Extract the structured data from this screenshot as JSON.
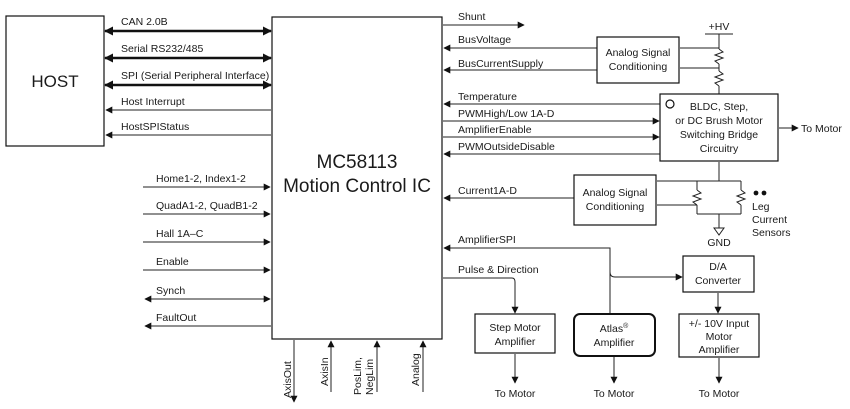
{
  "host": {
    "label": "HOST"
  },
  "ic": {
    "line1": "MC58113",
    "line2": "Motion Control IC"
  },
  "host_links": {
    "can": "CAN 2.0B",
    "serial": "Serial RS232/485",
    "spi": "SPI (Serial Peripheral Interface)",
    "host_interrupt": "Host Interrupt",
    "host_spi_status": "HostSPIStatus"
  },
  "left_inputs": {
    "home_index": "Home1-2, Index1-2",
    "quad": "QuadA1-2, QuadB1-2",
    "hall": "Hall 1A–C",
    "enable": "Enable",
    "synch": "Synch",
    "fault_out": "FaultOut"
  },
  "bottom_signals": {
    "axis_out": "AxisOut",
    "axis_in": "AxisIn",
    "poslim": "PosLim,",
    "neglim": "NegLim",
    "analog": "Analog"
  },
  "right_signals": {
    "shunt": "Shunt",
    "bus_voltage": "BusVoltage",
    "bus_current_supply": "BusCurrentSupply",
    "temperature": "Temperature",
    "pwm_high_low": "PWMHigh/Low 1A-D",
    "amplifier_enable": "AmplifierEnable",
    "pwm_outside_disable": "PWMOutsideDisable",
    "current": "Current1A-D",
    "amplifier_spi": "AmplifierSPI",
    "pulse_direction": "Pulse & Direction"
  },
  "blocks": {
    "asc_top": {
      "line1": "Analog Signal",
      "line2": "Conditioning"
    },
    "asc_mid": {
      "line1": "Analog Signal",
      "line2": "Conditioning"
    },
    "bridge": {
      "line1": "BLDC, Step,",
      "line2": "or DC Brush Motor",
      "line3": "Switching Bridge",
      "line4": "Circuitry"
    },
    "dac": {
      "line1": "D/A",
      "line2": "Converter"
    },
    "step_amp": {
      "line1": "Step Motor",
      "line2": "Amplifier"
    },
    "atlas_amp": {
      "line1": "Atlas",
      "reg": "®",
      "line2": "Amplifier"
    },
    "pm10v_amp": {
      "line1": "+/- 10V Input",
      "line2": "Motor",
      "line3": "Amplifier"
    }
  },
  "power": {
    "hv": "+HV",
    "gnd": "GND"
  },
  "sensors": {
    "line1": "Leg",
    "line2": "Current",
    "line3": "Sensors"
  },
  "outputs": {
    "to_motor": "To Motor"
  }
}
